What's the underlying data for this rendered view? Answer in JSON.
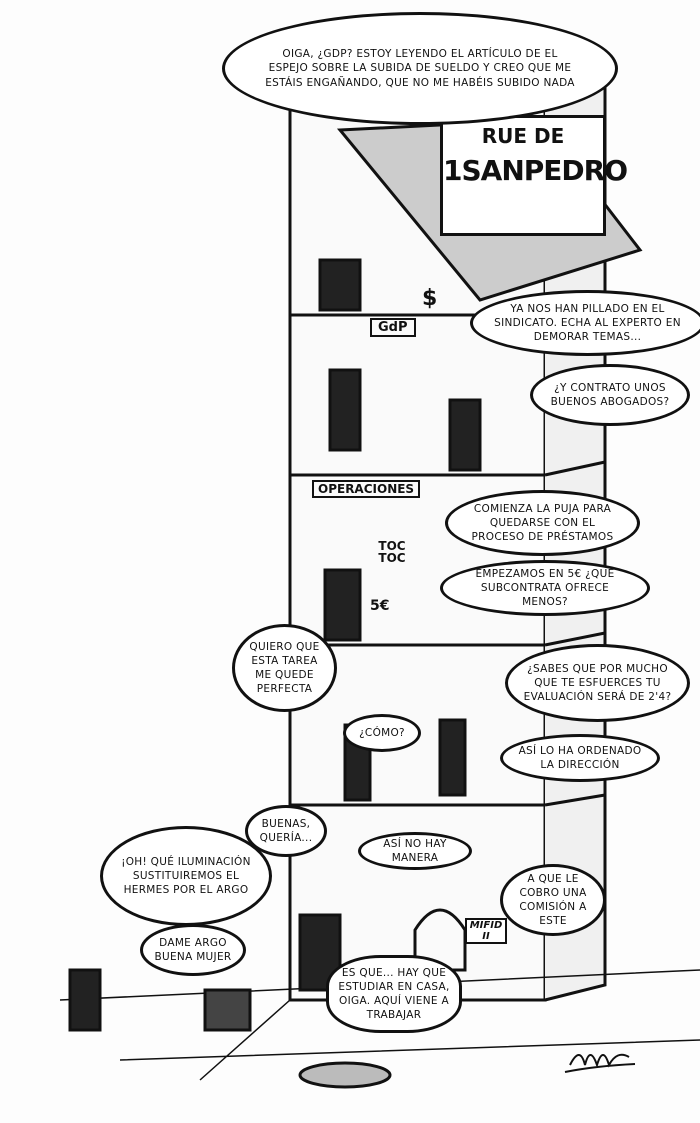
{
  "signs": {
    "street_top": "RUE DE",
    "street_main": "1SANPEDRO",
    "floor2": "GdP",
    "floor3": "OPERACIONES",
    "knock": "TOC TOC",
    "book": "MIFID II",
    "money": "$",
    "price": "5€"
  },
  "bubbles": [
    "Oiga, ¿GdP? Estoy leyendo el artículo de El Espejo sobre la subida de sueldo y creo que me estáis engañando, que no me habéis subido nada",
    "Ya nos han pillado en el sindicato. Echa al experto en demorar temas...",
    "¿Y contrato unos buenos abogados?",
    "Comienza la puja para quedarse con el proceso de préstamos",
    "Empezamos en 5€ ¿Qué subcontrata ofrece menos?",
    "Quiero que esta tarea me quede perfecta",
    "¿Cómo?",
    "¿Sabes que por mucho que te esfuerces tu evaluación será de 2'4?",
    "Así lo ha ordenado la dirección",
    "Buenas, quería...",
    "¡Oh! Qué iluminación sustituiremos el Hermes por el Argo",
    "Así no hay manera",
    "A que le cobro una comisión a este",
    "Dame Argo buena mujer",
    "Es que... hay que estudiar en casa, oiga. Aquí viene a trabajar"
  ]
}
